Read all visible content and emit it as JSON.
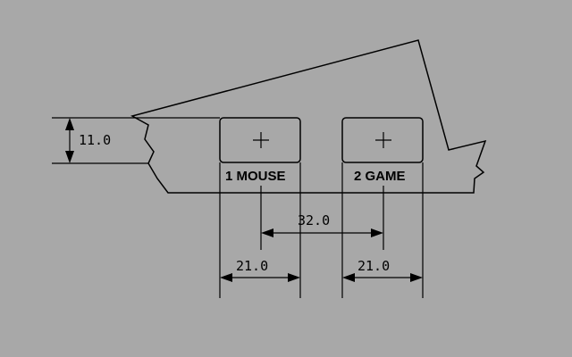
{
  "diagram": {
    "background_color": "#a8a8a8",
    "line_color": "#000000",
    "ports": [
      {
        "label": "1 MOUSE"
      },
      {
        "label": "2 GAME"
      }
    ],
    "dimensions": {
      "height": "11.0",
      "port_spacing": "32.0",
      "port1_width": "21.0",
      "port2_width": "21.0"
    }
  }
}
